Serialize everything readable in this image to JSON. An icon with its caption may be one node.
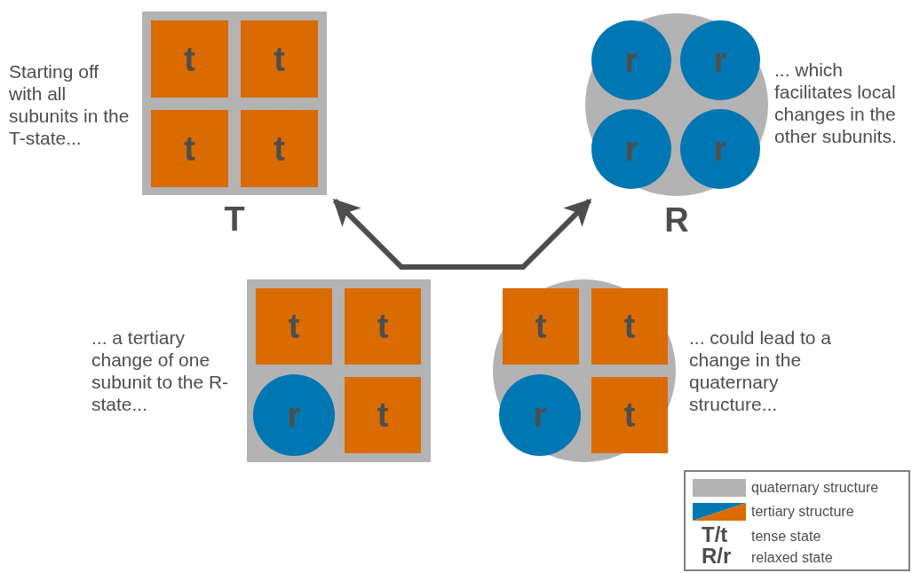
{
  "diagram": {
    "nodes": [
      {
        "text": [
          "T"
        ],
        "beside": [
          "Starting off with all subunits in the T-state..."
        ]
      },
      {
        "text": [
          "t"
        ],
        "in": 0
      },
      {
        "text": [
          "t"
        ],
        "in": 0
      },
      {
        "text": [
          "t"
        ],
        "in": 0
      },
      {
        "text": [
          "t"
        ],
        "in": 0
      },
      {
        "text": [
          "R"
        ],
        "beside": [
          "... which facilitates local changes in the other subunits."
        ]
      },
      {
        "text": [
          "r"
        ],
        "in": 5
      },
      {
        "text": [
          "r"
        ],
        "in": 5
      },
      {
        "text": [
          "r"
        ],
        "in": 5
      },
      {
        "text": [
          "r"
        ],
        "in": 5
      },
      {
        "text": [],
        "shape": "box",
        "beside": [
          "... a tertiary change of one subunit to the R-state..."
        ]
      },
      {
        "text": [
          "t"
        ],
        "in": 10
      },
      {
        "text": [
          "t"
        ],
        "in": 10
      },
      {
        "text": [
          "r"
        ],
        "in": 10
      },
      {
        "text": [
          "t"
        ],
        "in": 10
      },
      {
        "text": [],
        "shape": "circle",
        "beside": [
          "... could lead to a change in the  quaternary structure..."
        ]
      },
      {
        "text": [
          "t"
        ],
        "in": 15
      },
      {
        "text": [
          "t"
        ],
        "in": 15
      },
      {
        "text": [
          "r"
        ],
        "in": 15
      },
      {
        "text": [
          "t"
        ],
        "in": 15
      }
    ],
    "edges": [
      {
        "from": 0,
        "to": 5,
        "arrow": "both"
      }
    ],
    "labels": [
      "T/t",
      "R/r"
    ],
    "legend": [
      {
        "text": "quaternary structure",
        "color": "#b3b3b3"
      },
      {
        "text": "tertiary structure"
      },
      {
        "text": "tense state"
      },
      {
        "text": "relaxed state"
      }
    ]
  }
}
